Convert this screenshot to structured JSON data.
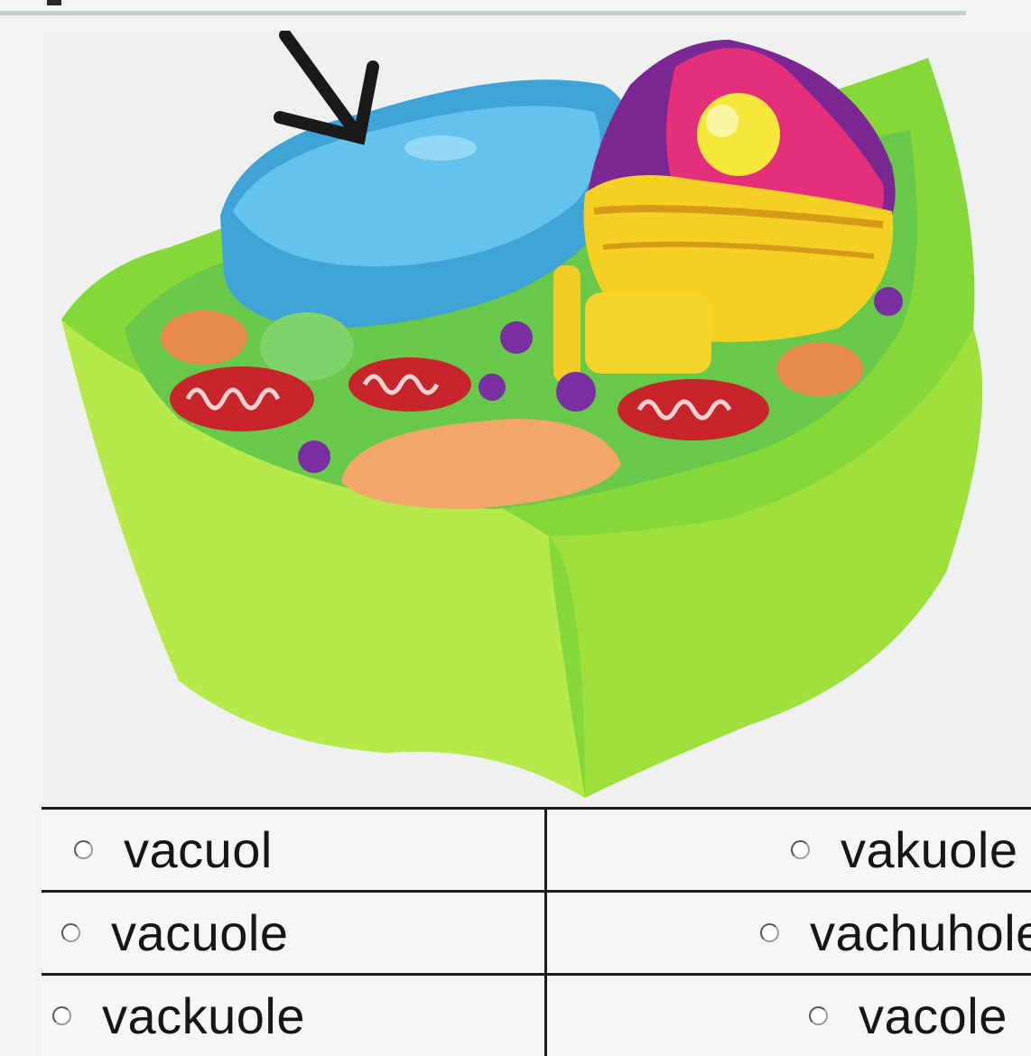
{
  "question": {
    "image_alt": "plant cell diagram with arrow pointing to large blue organelle",
    "arrow_icon": "arrow-down-right-icon"
  },
  "options": [
    {
      "label": "vacuol",
      "column": "left"
    },
    {
      "label": "vakuole",
      "column": "right"
    },
    {
      "label": "vacuole",
      "column": "left"
    },
    {
      "label": "vachuhole",
      "column": "right"
    },
    {
      "label": "vackuole",
      "column": "left"
    },
    {
      "label": "vacole",
      "column": "right"
    }
  ],
  "colors": {
    "cell_wall": "#7ed321",
    "vacuole": "#49b3e3",
    "nucleus": "#8a2a9a",
    "nucleolus": "#f2e233",
    "mitochondria": "#c8242c",
    "golgi": "#f5d824"
  }
}
